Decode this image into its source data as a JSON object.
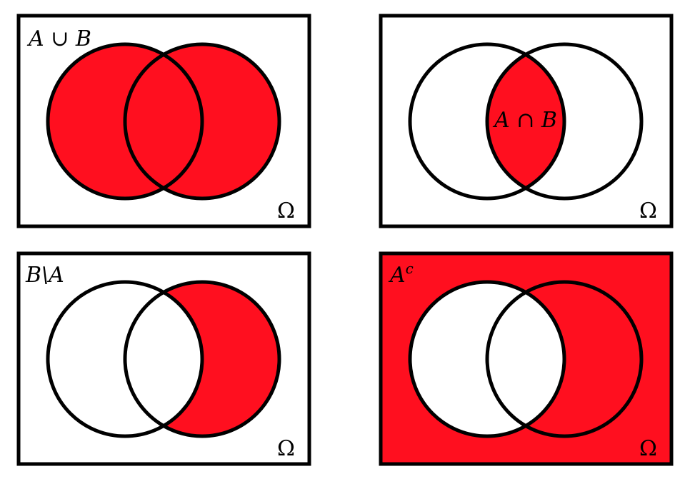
{
  "colors": {
    "fill": "#ff0f1f",
    "stroke": "#000000",
    "background": "#ffffff"
  },
  "panels": [
    {
      "id": "union",
      "label": "A ∪ B",
      "shade": [
        "A",
        "B"
      ],
      "universe_label": "Ω"
    },
    {
      "id": "intersection",
      "label": "A ∩ B",
      "shade": [
        "A∩B"
      ],
      "universe_label": "Ω"
    },
    {
      "id": "difference",
      "label": "B\\A",
      "shade": [
        "B-A"
      ],
      "universe_label": "Ω"
    },
    {
      "id": "complement",
      "label": "A",
      "label_superscript": "c",
      "shade": [
        "Ω-A"
      ],
      "universe_label": "Ω"
    }
  ]
}
